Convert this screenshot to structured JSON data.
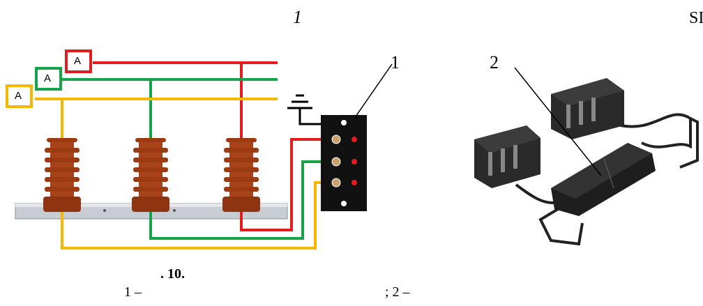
{
  "header": {
    "left_italic": "1",
    "right_partial": "SI"
  },
  "callouts": {
    "c1": "1",
    "c2": "2"
  },
  "ammeters": [
    "A",
    "A",
    "A"
  ],
  "caption": {
    "fig_label": ". 10.",
    "line1_a": "1 –",
    "line1_b": "; 2 –"
  },
  "colors": {
    "yellow": "#F5B800",
    "green": "#16A34A",
    "red": "#E11D1D",
    "insulator": "#9C3A12",
    "rail": "#C8CDD3",
    "block": "#111111"
  }
}
